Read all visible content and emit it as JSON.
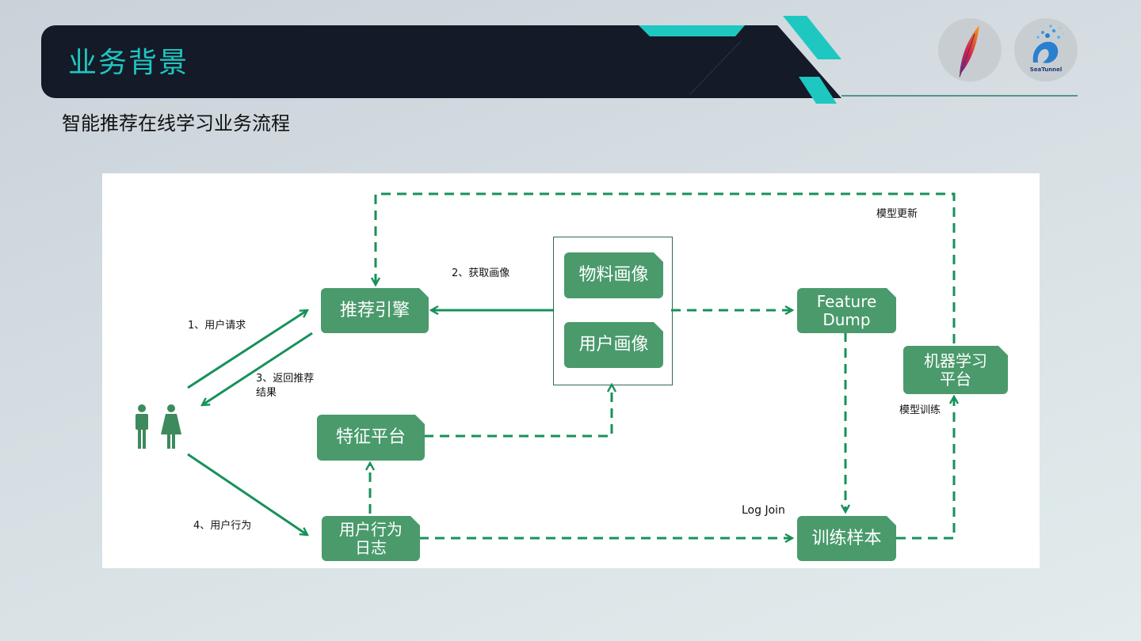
{
  "header": {
    "title": "业务背景",
    "subtitle": "智能推荐在线学习业务流程",
    "logos": [
      {
        "name": "apache-feather-logo"
      },
      {
        "name": "seatunnel-logo",
        "text": "SeaTunnel"
      }
    ]
  },
  "colors": {
    "accent": "#1fc7c1",
    "header_bg": "#141a28",
    "node_fill": "#4a9a6c",
    "arrow": "#17915a"
  },
  "diagram": {
    "nodes": {
      "recommend_engine": "推荐引擎",
      "item_profile": "物料画像",
      "user_profile": "用户画像",
      "feature_dump": "Feature\nDump",
      "ml_platform": "机器学习\n平台",
      "feature_platform": "特征平台",
      "behavior_log": "用户行为\n日志",
      "train_samples": "训练样本"
    },
    "labels": {
      "user_request": "1、用户请求",
      "get_profile": "2、获取画像",
      "return_result": "3、返回推荐\n结果",
      "user_behavior": "4、用户行为",
      "model_update": "模型更新",
      "model_train": "模型训练",
      "log_join": "Log Join"
    },
    "icons": [
      "male-person-icon",
      "female-person-icon"
    ]
  }
}
